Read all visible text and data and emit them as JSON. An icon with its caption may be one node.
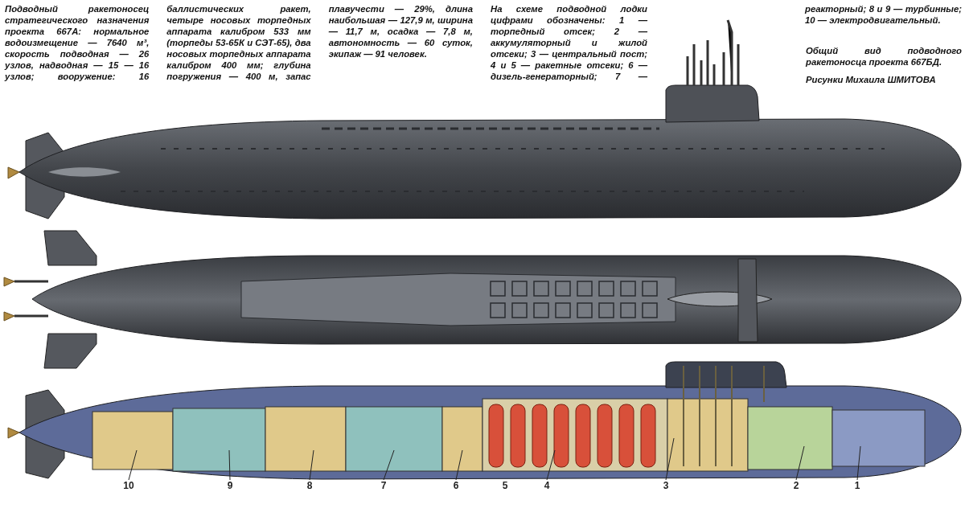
{
  "diagram": {
    "nodes": [
      {
        "text": [
          "10"
        ]
      },
      {
        "text": [
          "9"
        ]
      },
      {
        "text": [
          "8"
        ]
      },
      {
        "text": [
          "7"
        ]
      },
      {
        "text": [
          "6"
        ]
      },
      {
        "text": [
          "4"
        ]
      },
      {
        "text": [
          "3"
        ]
      },
      {
        "text": [
          "2"
        ]
      },
      {
        "text": [
          "1"
        ]
      }
    ],
    "edges": [
      {
        "from": 0,
        "to": null,
        "arrow": "none"
      },
      {
        "from": 1,
        "to": null,
        "arrow": "none"
      },
      {
        "from": 2,
        "to": null,
        "arrow": "none"
      },
      {
        "from": 3,
        "to": null,
        "arrow": "none"
      },
      {
        "from": 4,
        "to": null,
        "arrow": "none"
      },
      {
        "from": 5,
        "to": null,
        "arrow": "none"
      },
      {
        "from": 6,
        "to": null,
        "arrow": "none"
      },
      {
        "from": 7,
        "to": null,
        "arrow": "none"
      },
      {
        "from": 8,
        "to": null,
        "arrow": "none"
      }
    ],
    "labels": [
      "Подводный ракетоносец стратегического назначения проекта 667А: нормальное водоизмещение — 7640 м³, скорость подводная — 26 узлов, надводная — 15 — 16 узлов; вооружение: 16 баллистических ракет, четыре носовых торпедных аппарата калибром 533 мм (торпеды 53-65К и СЭТ-65), два носовых торпедных аппарата калибром 400 мм; глубина погружения — 400 м, запас плавучести — 29%, длина наибольшая — 127,9 м, ширина — 11,7 м, осадка — 7,8 м, автономность — 60 суток, экипаж — 91 человек.",
      "На схеме подводной лодки цифрами обозначены: 1 — торпедный отсек; 2 — аккумуляторный и жилой отсеки; 3 — центральный пост; 4 и 5 — ракетные отсеки; 6 — дизель-генераторный; 7 — реакторный; 8 и 9 — турбинные; 10 — электродвигательный.",
      "Общий вид подводного ракетоносца проекта 667БД.",
      "Рисунки Михаила ШМИТОВА",
      "5"
    ]
  }
}
